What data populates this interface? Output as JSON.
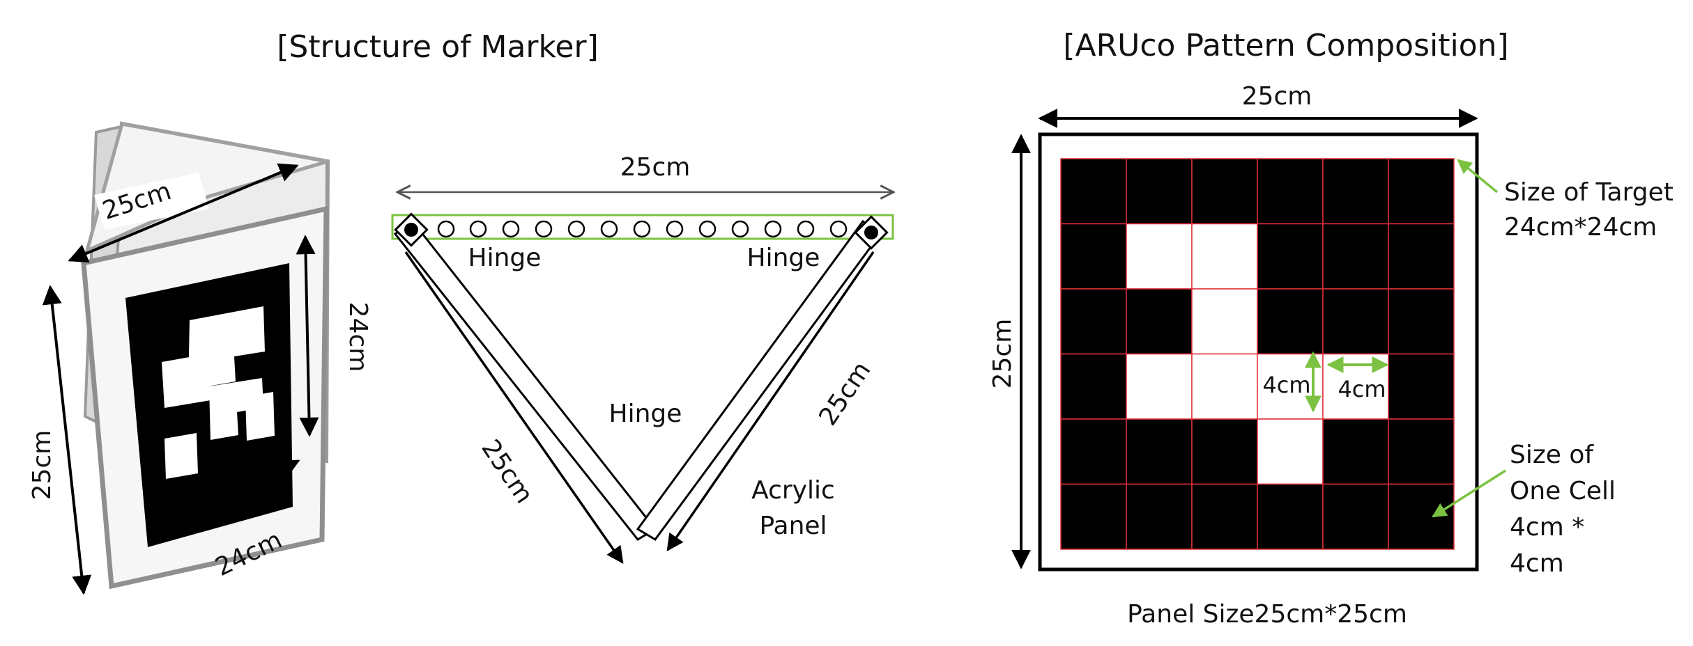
{
  "titles": {
    "structure": "[Structure of Marker]",
    "aruco": "[ARUco Pattern Composition]"
  },
  "marker_3d": {
    "top_width": "25cm",
    "side_height": "25cm",
    "inner_height": "24cm",
    "inner_width": "24cm"
  },
  "top_view": {
    "width": "25cm",
    "hinge_left": "Hinge",
    "hinge_right": "Hinge",
    "hinge_bottom": "Hinge",
    "left_side": "25cm",
    "right_side": "25cm",
    "panel_label_line1": "Acrylic",
    "panel_label_line2": "Panel"
  },
  "aruco": {
    "panel_width": "25cm",
    "panel_height": "25cm",
    "cell_h": "4cm",
    "cell_w": "4cm",
    "target_label_line1": "Size of Target",
    "target_label_line2": "24cm*24cm",
    "cell_label_line1": "Size of",
    "cell_label_line2": "One Cell",
    "cell_label_line3": "4cm *",
    "cell_label_line4": "4cm",
    "panel_size": "Panel Size25cm*25cm",
    "grid": [
      [
        1,
        1,
        1,
        1,
        1,
        1
      ],
      [
        1,
        0,
        0,
        1,
        1,
        1
      ],
      [
        1,
        1,
        0,
        1,
        1,
        1
      ],
      [
        1,
        0,
        0,
        0,
        0,
        1
      ],
      [
        1,
        1,
        1,
        0,
        1,
        1
      ],
      [
        1,
        1,
        1,
        1,
        1,
        1
      ]
    ]
  },
  "colors": {
    "cell_black": "#000000",
    "cell_white": "#ffffff",
    "grid_line": "#e0303a",
    "accent_green": "#7cc242",
    "panel_outline": "#000000"
  }
}
